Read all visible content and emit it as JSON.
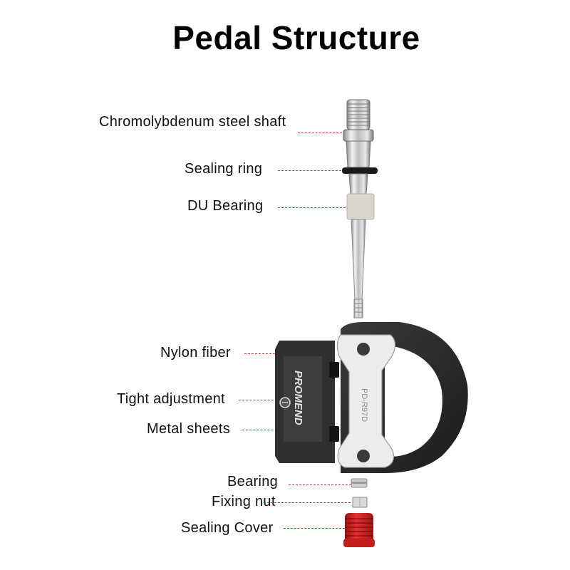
{
  "title": "Pedal Structure",
  "labels": {
    "shaft": "Chromolybdenum steel shaft",
    "sealing_ring": "Sealing ring",
    "du_bearing": "DU Bearing",
    "nylon_fiber": "Nylon fiber",
    "tight_adjustment": "Tight adjustment",
    "metal_sheets": "Metal sheets",
    "bearing": "Bearing",
    "fixing_nut": "Fixing nut",
    "sealing_cover": "Sealing Cover"
  },
  "brand": "PROMEND",
  "model": "PD-R97D",
  "colors": {
    "leader_line": "#c0392b",
    "pedal_body": "#2b2b2b",
    "metal_plate": "#e6e6e6",
    "sealing_cover": "#d62020",
    "du_bearing": "#d9d6cf"
  }
}
